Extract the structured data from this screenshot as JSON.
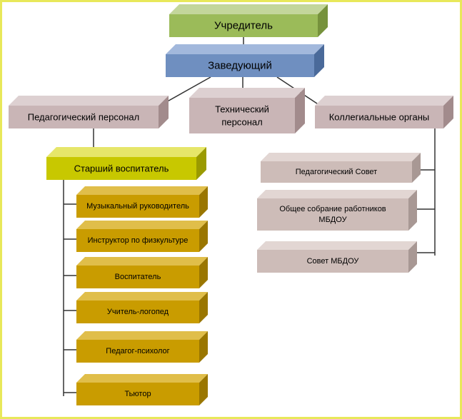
{
  "nodes": {
    "founder": {
      "lines": [
        "Учредитель"
      ],
      "front": "#9bbb59",
      "top": "#c3d69b",
      "side": "#76923c"
    },
    "head": {
      "lines": [
        "Заведующий"
      ],
      "front": "#6f8fc0",
      "top": "#a2b8dc",
      "side": "#4a6a9a"
    },
    "ped_staff": {
      "lines": [
        "Педагогический персонал"
      ],
      "front": "#c9b5b6",
      "top": "#ddd0d1",
      "side": "#a28b8c"
    },
    "tech_staff": {
      "lines": [
        "Технический",
        "персонал"
      ],
      "front": "#c9b5b6",
      "top": "#ddd0d1",
      "side": "#a28b8c"
    },
    "collegial": {
      "lines": [
        "Коллегиальные органы"
      ],
      "front": "#c9b5b6",
      "top": "#ddd0d1",
      "side": "#a28b8c"
    },
    "senior_educator": {
      "lines": [
        "Старший воспитатель"
      ],
      "front": "#c8c800",
      "top": "#e6e66a",
      "side": "#9a9a00"
    },
    "music_director": {
      "lines": [
        "Музыкальный руководитель"
      ],
      "front": "#c99c00",
      "top": "#e0be4a",
      "side": "#9a7600"
    },
    "pe_instructor": {
      "lines": [
        "Инструктор по физкультуре"
      ],
      "front": "#c99c00",
      "top": "#e0be4a",
      "side": "#9a7600"
    },
    "educator": {
      "lines": [
        "Воспитатель"
      ],
      "front": "#c99c00",
      "top": "#e0be4a",
      "side": "#9a7600"
    },
    "speech_therapist": {
      "lines": [
        "Учитель-логопед"
      ],
      "front": "#c99c00",
      "top": "#e0be4a",
      "side": "#9a7600"
    },
    "psychologist": {
      "lines": [
        "Педагог-психолог"
      ],
      "front": "#c99c00",
      "top": "#e0be4a",
      "side": "#9a7600"
    },
    "tutor": {
      "lines": [
        "Тьютор"
      ],
      "front": "#c99c00",
      "top": "#e0be4a",
      "side": "#9a7600"
    },
    "ped_council": {
      "lines": [
        "Педагогический Совет"
      ],
      "front": "#cdbcb8",
      "top": "#e2d6d3",
      "side": "#a89894"
    },
    "general_meeting": {
      "lines": [
        "Общее собрание работников",
        "МБДОУ"
      ],
      "front": "#cdbcb8",
      "top": "#e2d6d3",
      "side": "#a89894"
    },
    "mbdou_council": {
      "lines": [
        "Совет МБДОУ"
      ],
      "front": "#cdbcb8",
      "top": "#e2d6d3",
      "side": "#a89894"
    }
  },
  "colors": {
    "page_border": "#e8e85a",
    "connector": "#333333",
    "text": "#000000"
  }
}
